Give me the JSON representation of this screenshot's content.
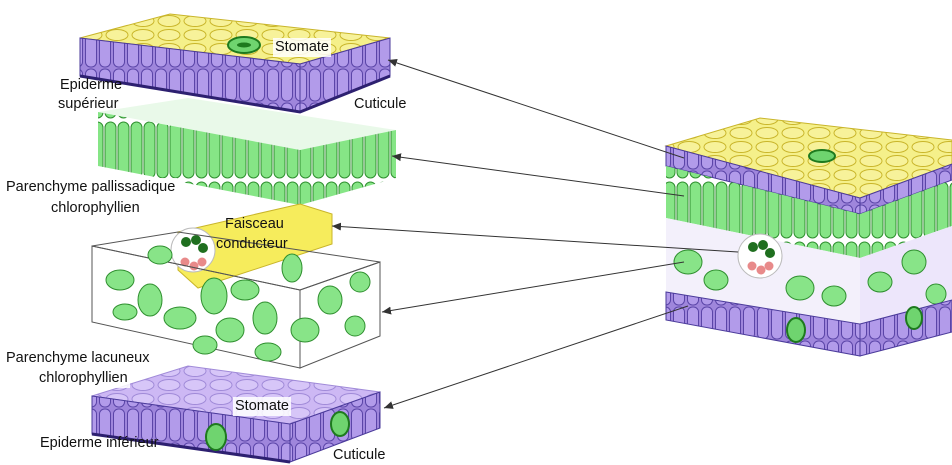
{
  "labels": {
    "stomate_top": "Stomate",
    "epiderme_superieur_1": "Epiderme",
    "epiderme_superieur_2": "supérieur",
    "cuticule_top": "Cuticule",
    "parenchyme_pallissadique_1": "Parenchyme pallissadique",
    "parenchyme_pallissadique_2": "chlorophyllien",
    "faisceau_1": "Faisceau",
    "faisceau_2": "conducteur",
    "parenchyme_lacuneux_1": "Parenchyme lacuneux",
    "parenchyme_lacuneux_2": "chlorophyllien",
    "stomate_bottom": "Stomate",
    "epiderme_inferieur": "Epiderme inférieur",
    "cuticule_bottom": "Cuticule"
  },
  "colors": {
    "epidermis_top": "#f3ef7a",
    "epidermis_outline": "#c9b52a",
    "epidermis_purple": "#a98fe0",
    "cuticle": "#6b55b8",
    "palisade": "#7fe07f",
    "palisade_outline": "#2f8f2f",
    "spongy_bg": "#ffffff",
    "lower_epidermis": "#c8b0f0",
    "vascular": "#f7ee70",
    "arrow": "#333333"
  }
}
